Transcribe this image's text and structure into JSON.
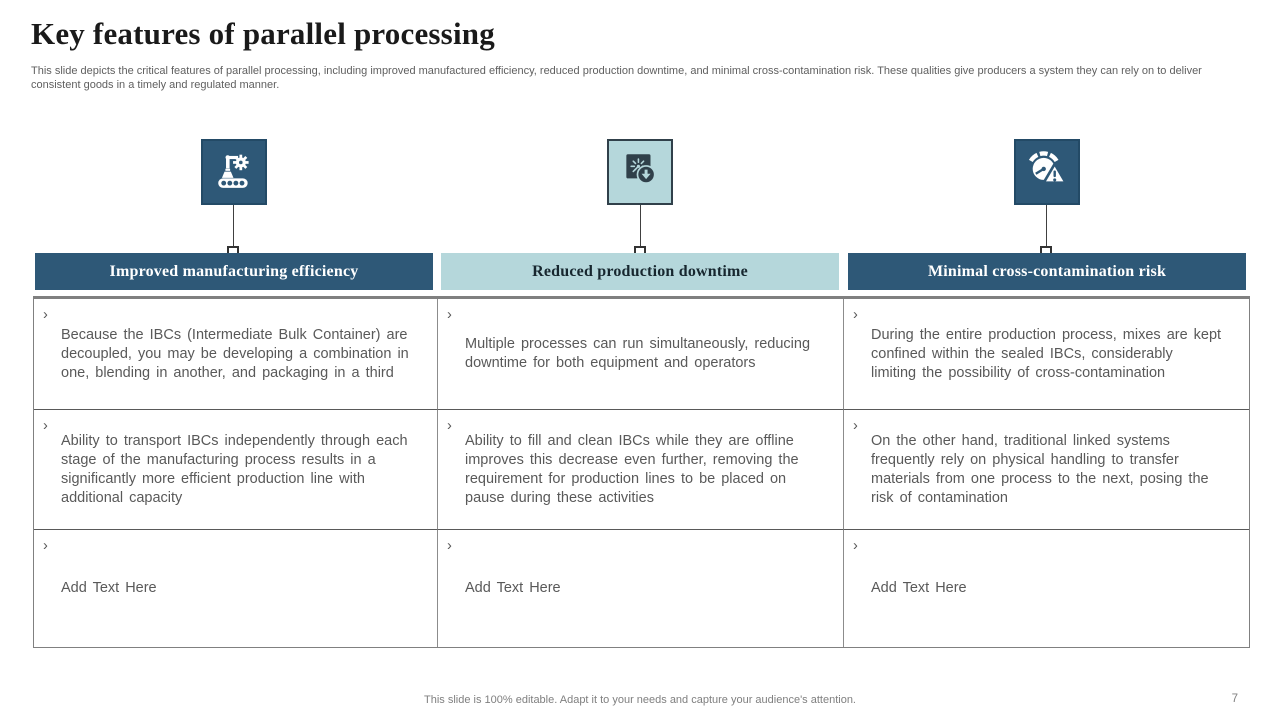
{
  "slide": {
    "title": "Key features of parallel processing",
    "subtitle": "This slide depicts the critical features of parallel processing, including improved manufactured efficiency, reduced production downtime, and minimal cross-contamination risk. These qualities give producers a system they can rely on to deliver consistent goods in a timely and regulated manner.",
    "footer": "This slide is 100% editable. Adapt it to your needs and capture your audience's attention.",
    "page_number": "7"
  },
  "bullet_char": "›",
  "colors": {
    "dark_blue": "#2e5877",
    "light_blue": "#b5d7db",
    "icon_charcoal": "#30404a",
    "body_text": "#595959",
    "table_border": "#808080"
  },
  "columns": [
    {
      "id": "improved-manufacturing-efficiency",
      "icon": "robotic-arm-conveyor-icon",
      "header": "Improved manufacturing efficiency",
      "header_style": "dark",
      "bullets": [
        "Because the IBCs (Intermediate Bulk Container) are decoupled, you may be developing a combination in one, blending in another, and packaging in a third",
        "Ability to transport IBCs independently through each stage of the manufacturing process results in a significantly more efficient production line with additional capacity",
        "Add Text Here"
      ]
    },
    {
      "id": "reduced-production-downtime",
      "icon": "clock-downtime-icon",
      "header": "Reduced production downtime",
      "header_style": "light",
      "bullets": [
        "Multiple processes can run simultaneously, reducing downtime for both equipment and operators",
        "Ability to fill and clean IBCs while they are offline improves this decrease even further, removing the requirement for production lines to be placed on pause during these activities",
        "Add Text Here"
      ]
    },
    {
      "id": "minimal-cross-contamination-risk",
      "icon": "gauge-warning-icon",
      "header": "Minimal cross-contamination risk",
      "header_style": "dark",
      "bullets": [
        "During the entire production process, mixes are kept confined within the sealed IBCs, considerably limiting the possibility of cross-contamination",
        "On the other hand, traditional linked systems frequently rely on physical handling to transfer materials from one process to the next, posing the risk of contamination",
        "Add Text Here"
      ]
    }
  ]
}
